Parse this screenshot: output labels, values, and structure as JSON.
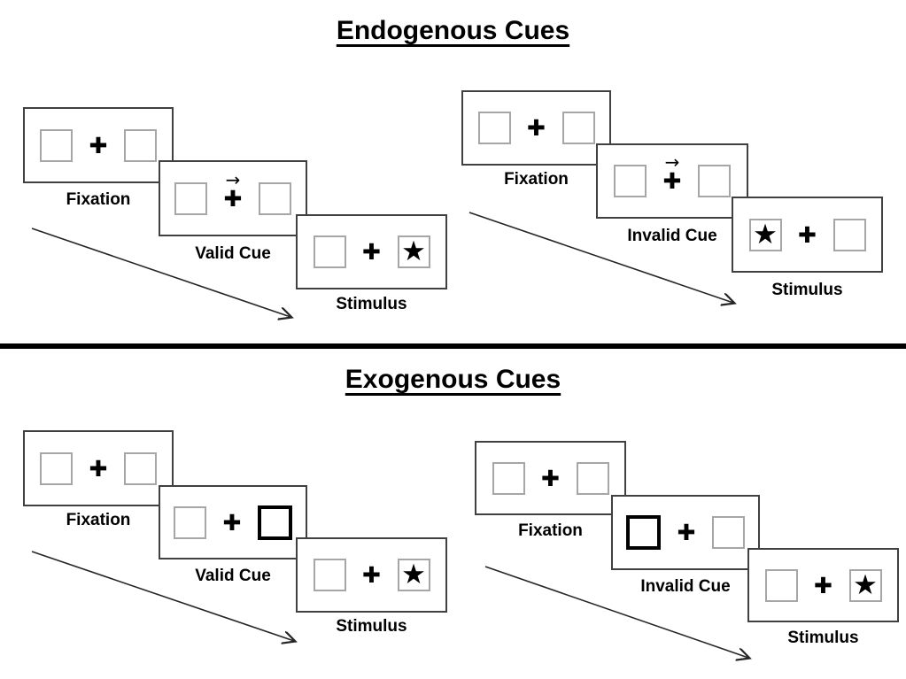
{
  "colors": {
    "background": "#ffffff",
    "ink": "#000000",
    "card_border": "#404040",
    "box_border": "#a6a6a6",
    "highlight_border": "#000000"
  },
  "glyphs": {
    "plus": "✚",
    "star": "★",
    "cue_arrow": "→"
  },
  "sections": [
    {
      "title": "Endogenous Cues",
      "trials": [
        {
          "name": "valid-trial",
          "steps": [
            {
              "label": "Fixation"
            },
            {
              "label": "Valid Cue",
              "cue": "arrow-right"
            },
            {
              "label": "Stimulus",
              "star_side": "right"
            }
          ]
        },
        {
          "name": "invalid-trial",
          "steps": [
            {
              "label": "Fixation"
            },
            {
              "label": "Invalid Cue",
              "cue": "arrow-right"
            },
            {
              "label": "Stimulus",
              "star_side": "left"
            }
          ]
        }
      ]
    },
    {
      "title": "Exogenous Cues",
      "trials": [
        {
          "name": "valid-trial",
          "steps": [
            {
              "label": "Fixation"
            },
            {
              "label": "Valid Cue",
              "cue": "highlight-right"
            },
            {
              "label": "Stimulus",
              "star_side": "right"
            }
          ]
        },
        {
          "name": "invalid-trial",
          "steps": [
            {
              "label": "Fixation"
            },
            {
              "label": "Invalid Cue",
              "cue": "highlight-left"
            },
            {
              "label": "Stimulus",
              "star_side": "right"
            }
          ]
        }
      ]
    }
  ]
}
